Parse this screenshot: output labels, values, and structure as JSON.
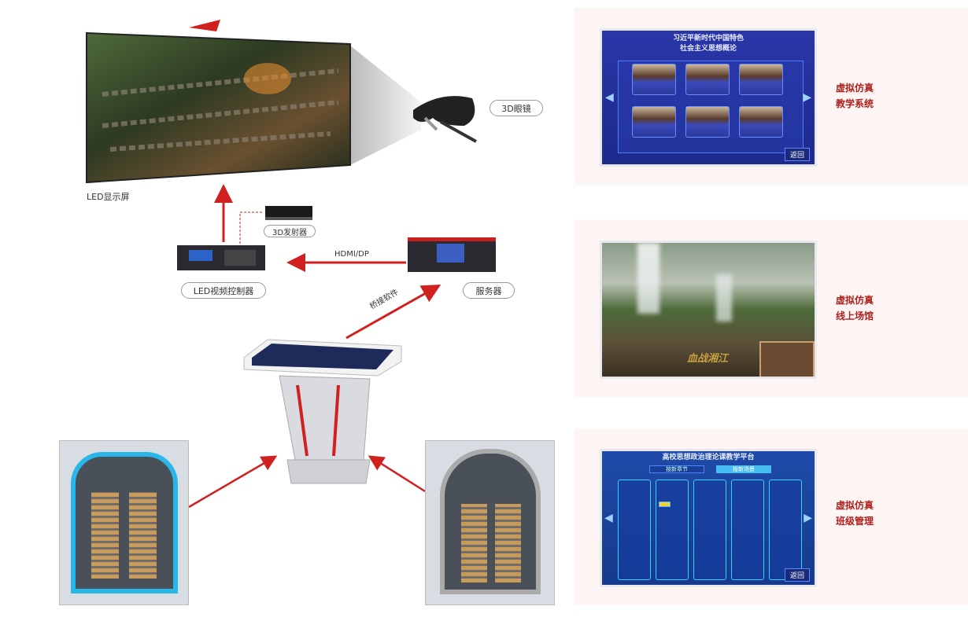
{
  "diagram": {
    "led_screen_label": "LED显示屏",
    "glasses_label": "3D眼镜",
    "emitter_label": "3D发射器",
    "controller_label": "LED视频控制器",
    "server_label": "服务器",
    "link_label": "HDMI/DP",
    "software_label": "桥接软件"
  },
  "panels": [
    {
      "label_line1": "虚拟仿真",
      "label_line2": "教学系统",
      "screen_title_line1": "习近平新时代中国特色",
      "screen_title_line2": "社会主义思想概论",
      "back": "返回"
    },
    {
      "label_line1": "虚拟仿真",
      "label_line2": "线上场馆",
      "overlay_text": "血战湘江"
    },
    {
      "label_line1": "虚拟仿真",
      "label_line2": "班级管理",
      "screen_title": "高校思想政治理论课教学平台",
      "tab1": "按新章节",
      "tab2": "按新场景",
      "back": "返回"
    }
  ],
  "colors": {
    "accent": "#c8201f",
    "label": "#b0201c",
    "panel_bg": "#fcf5f4"
  }
}
